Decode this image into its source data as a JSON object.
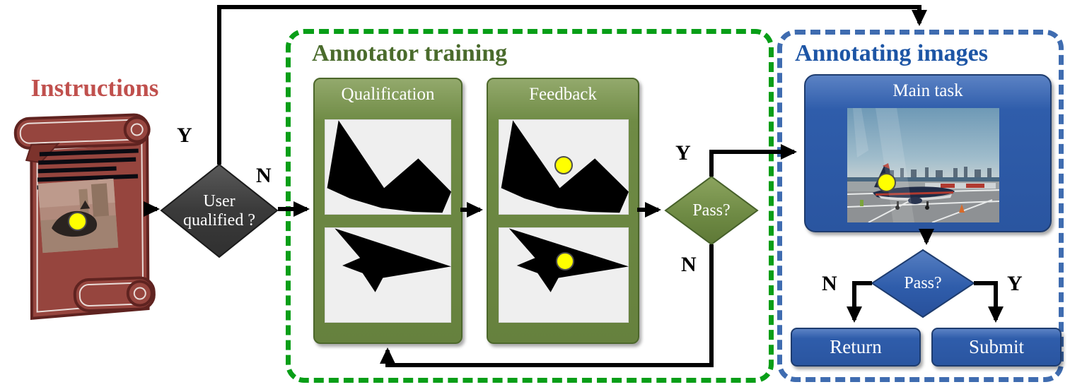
{
  "figure": {
    "type": "flowchart",
    "instructions": {
      "title": "Instructions"
    },
    "start_decision": {
      "line1": "User",
      "line2": "qualified ?",
      "yes": "Y",
      "no": "N"
    },
    "training": {
      "title": "Annotator training",
      "panels": [
        {
          "label": "Qualification"
        },
        {
          "label": "Feedback"
        }
      ],
      "decision": {
        "label": "Pass?",
        "yes": "Y",
        "no": "N"
      }
    },
    "annotating": {
      "title": "Annotating images",
      "main_task": {
        "label": "Main task"
      },
      "decision": {
        "label": "Pass?",
        "yes": "Y",
        "no": "N"
      },
      "buttons": [
        {
          "label": "Return"
        },
        {
          "label": "Submit"
        }
      ]
    },
    "icons": [
      {
        "name": "scroll-icon",
        "meaning": "instructions scroll with sample image and yellow click-dot"
      },
      {
        "name": "annotation-dot-icon",
        "meaning": "yellow target point overlaid on images"
      },
      {
        "name": "mountain-silhouette-icon",
        "meaning": "black polygon training shape 1"
      },
      {
        "name": "dart-silhouette-icon",
        "meaning": "black polygon training shape 2"
      },
      {
        "name": "airplane-photo",
        "meaning": "main task sample photo of airplane on tarmac"
      }
    ],
    "colors": {
      "accent_red": "#C0504D",
      "scroll_fill": "#96453E",
      "scroll_border": "#5F2320",
      "dark_node": "#3A3A3A",
      "green_dashed": "#089E17",
      "green_panel": "#6F8B45",
      "green_panel_border": "#4C672B",
      "green_title": "#4A6B2C",
      "blue_dashed": "#3F6CB0",
      "blue_panel": "#2E5CA8",
      "blue_panel_border": "#1E3C6E",
      "blue_title": "#1D55A5",
      "highlight_dot": "#FFFF00",
      "connector": "#000000",
      "shape_canvas": "#EFEFEF"
    }
  }
}
